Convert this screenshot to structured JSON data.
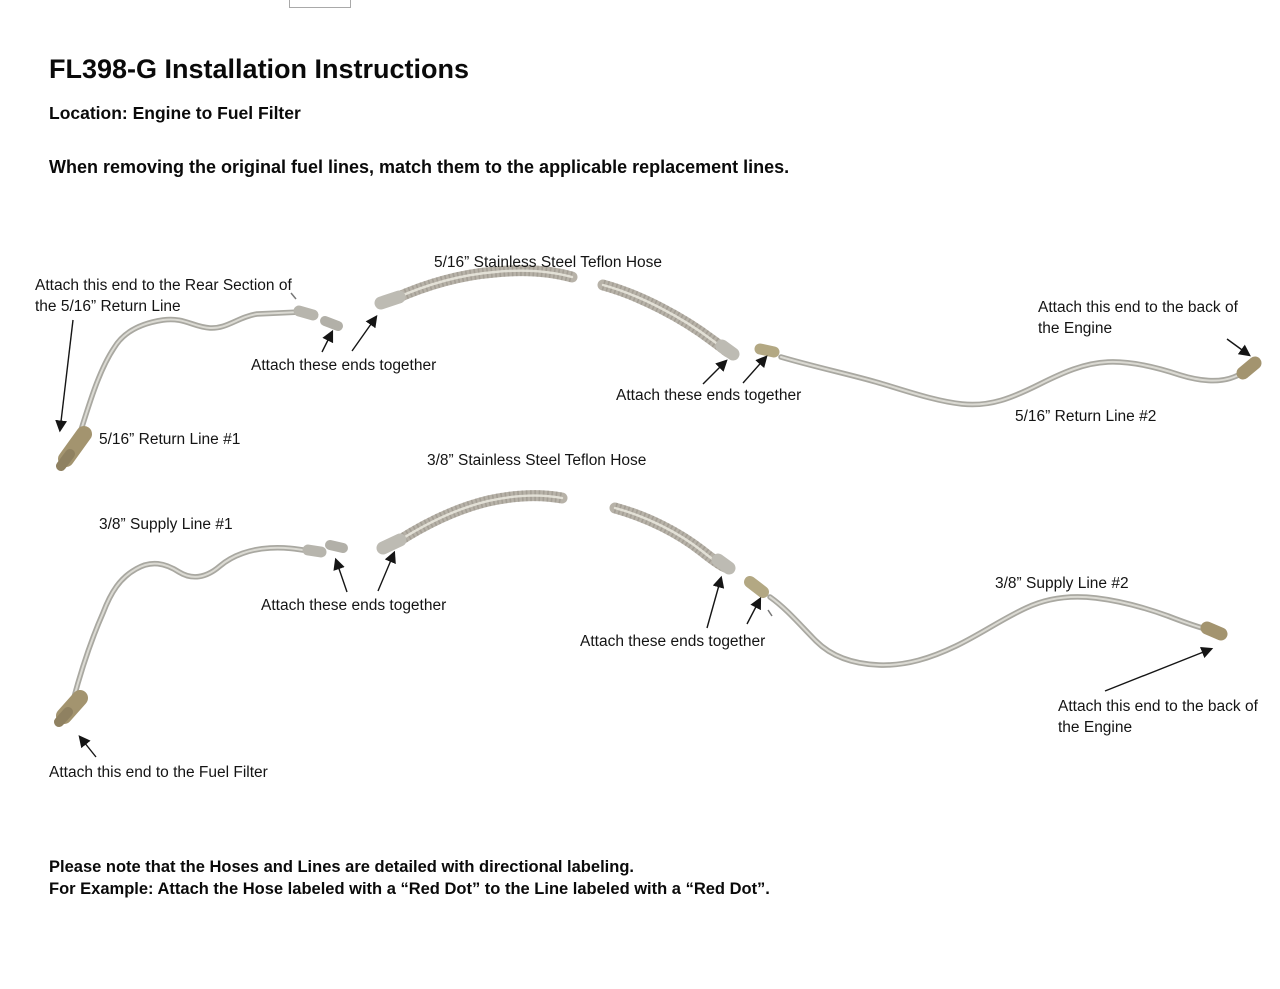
{
  "page": {
    "title": "FL398-G Installation Instructions",
    "location": "Location: Engine to Fuel Filter",
    "intro": "When removing the original fuel lines, match them to the applicable replacement lines.",
    "note_line1": "Please note that the Hoses and Lines are detailed with directional labeling.",
    "note_line2": "For Example: Attach the Hose labeled with a “Red Dot” to the Line labeled with a “Red Dot”."
  },
  "diagram": {
    "top": {
      "hose_label": "5/16” Stainless Steel Teflon Hose",
      "rear_section_label": "Attach this end to the Rear Section of the 5/16” Return Line",
      "attach_left": "Attach these ends together",
      "attach_right": "Attach these ends together",
      "engine_label": "Attach this end to the back of the Engine",
      "return_line1": "5/16” Return Line #1",
      "return_line2": "5/16” Return Line #2"
    },
    "bottom": {
      "hose_label": "3/8” Stainless Steel Teflon Hose",
      "supply_line1": "3/8” Supply Line #1",
      "attach_left": "Attach these ends together",
      "attach_right": "Attach these ends together",
      "supply_line2": "3/8” Supply Line #2",
      "engine_label": "Attach this end to the back of the Engine",
      "fuel_filter_label": "Attach this end to the Fuel Filter"
    }
  }
}
